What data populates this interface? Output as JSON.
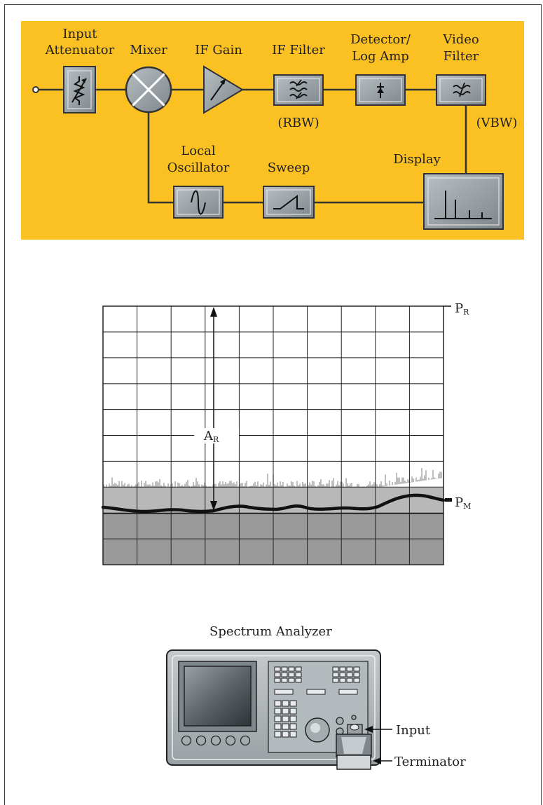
{
  "block_diagram": {
    "background": "#FBC122",
    "blocks": {
      "input_attenuator": [
        "Input",
        "Attenuator"
      ],
      "mixer": "Mixer",
      "if_gain": "IF Gain",
      "if_filter": "IF Filter",
      "rbw": "(RBW)",
      "detector": [
        "Detector/",
        "Log Amp"
      ],
      "video_filter": [
        "Video",
        "Filter"
      ],
      "vbw": "(VBW)",
      "local_oscillator": [
        "Local",
        "Oscillator"
      ],
      "sweep": "Sweep",
      "display": "Display"
    }
  },
  "screen_diagram": {
    "ref_label": "P",
    "ref_sub": "R",
    "meas_label": "P",
    "meas_sub": "M",
    "range_label": "A",
    "range_sub": "R"
  },
  "analyzer": {
    "title": "Spectrum Analyzer",
    "input_label": "Input",
    "terminator_label": "Terminator"
  }
}
